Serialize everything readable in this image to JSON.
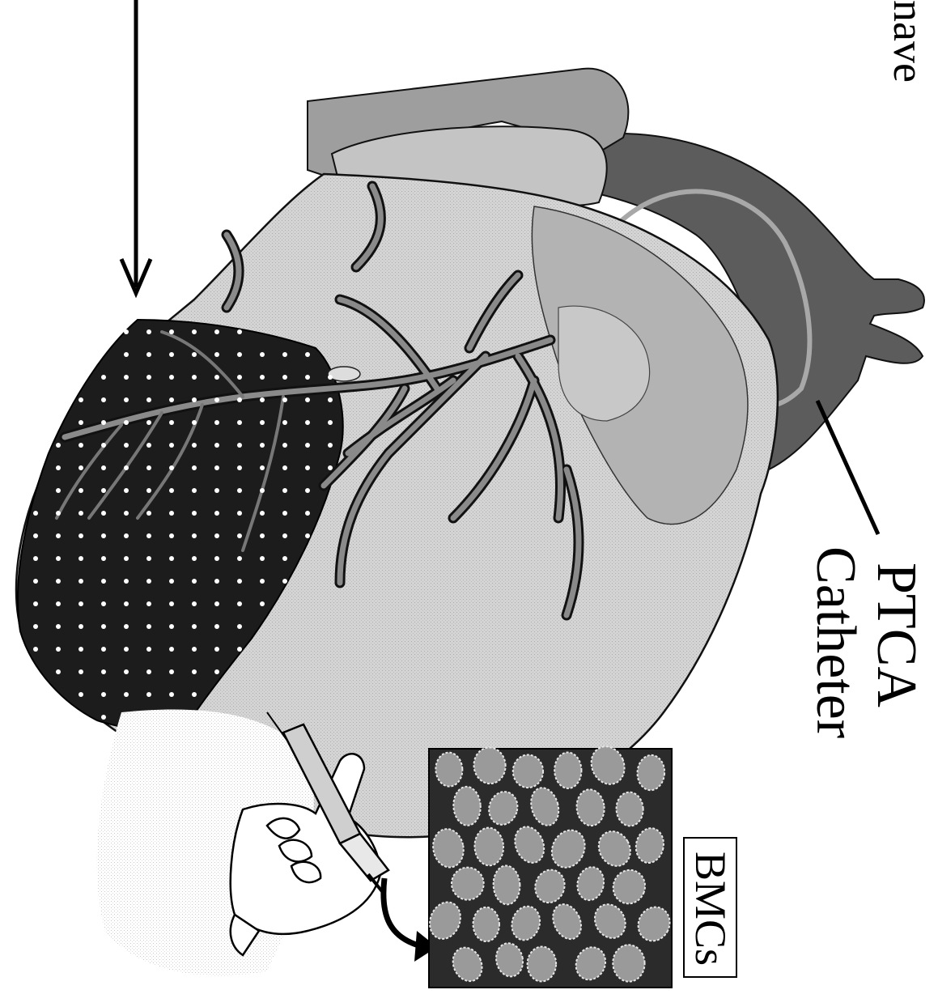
{
  "labels": {
    "top_right_fragment": "nave",
    "ptca": "PTCA",
    "catheter": "Catheter",
    "bmcs": "BMCs"
  },
  "colors": {
    "background": "#ffffff",
    "heart_light": "#d9d9d9",
    "heart_mid": "#b8b8b8",
    "heart_dark": "#7a7a7a",
    "aorta": "#5c5c5c",
    "infarct": "#1c1c1c",
    "vessel": "#6a6a6a",
    "cell": "#9a9a9a",
    "cell_panel": "#2b2b2b",
    "outline": "#000000"
  },
  "icons": {
    "arrow": "down-arrow-icon",
    "syringe": "syringe-icon",
    "hand": "hand-icon",
    "balloon": "balloon-icon"
  }
}
